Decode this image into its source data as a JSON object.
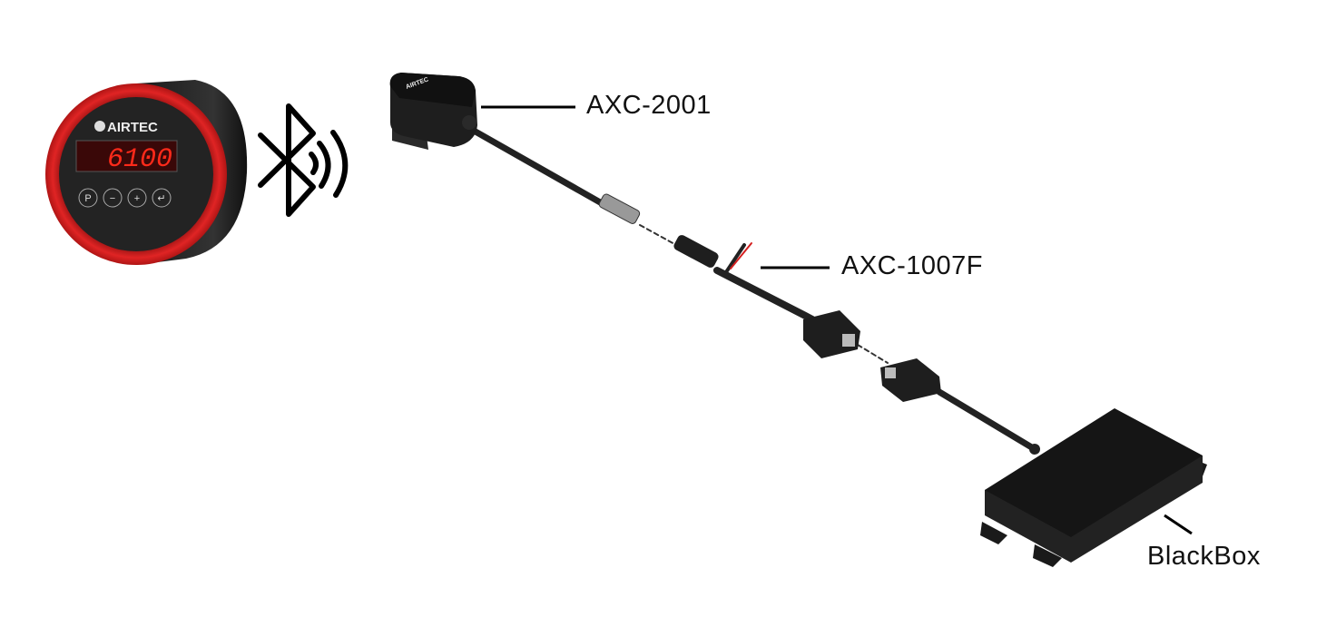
{
  "gauge": {
    "brand": "AIRTEC",
    "display_value": "6100",
    "buttons": [
      "P",
      "−",
      "+",
      "↵"
    ]
  },
  "sensor": {
    "brand": "AIRTEC"
  },
  "labels": {
    "sensor": "AXC-2001",
    "adapter": "AXC-1007F",
    "blackbox": "BlackBox"
  },
  "colors": {
    "ring": "#d61f1f",
    "display": "#ff2a1a",
    "device": "#1e1e1e",
    "wire_red": "#d42020"
  }
}
